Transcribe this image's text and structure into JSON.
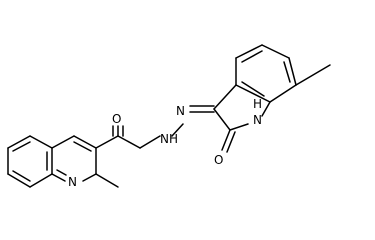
{
  "molecule": {
    "atoms": {
      "carbonyl_oxygen": "O",
      "amide_nh": "NH",
      "hydrazone_n": "N",
      "quinoline_n": "N",
      "indoline_nh": "H\nN",
      "oxindole_oxygen": "O"
    },
    "colors": {
      "bond": "#000000",
      "label": "#000000",
      "background": "#ffffff"
    }
  }
}
